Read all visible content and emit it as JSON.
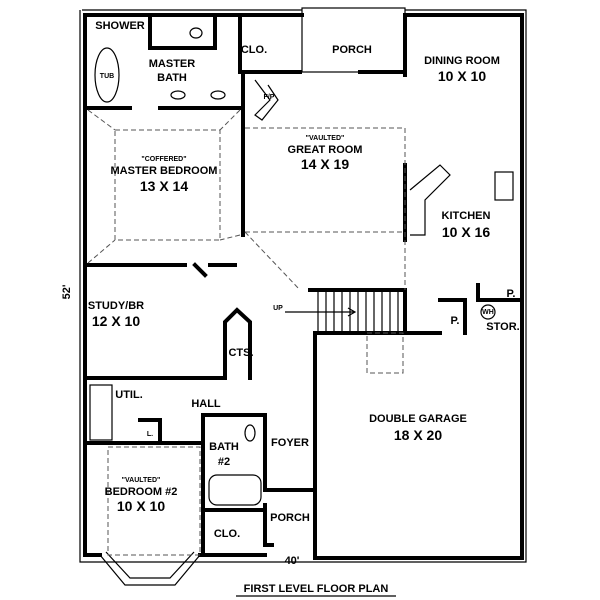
{
  "plan_title": "FIRST LEVEL FLOOR PLAN",
  "dimensions": {
    "width": "40'",
    "depth": "52'"
  },
  "rooms": {
    "shower": {
      "name": "SHOWER"
    },
    "tub": {
      "name": "TUB"
    },
    "master_bath": {
      "name1": "MASTER",
      "name2": "BATH"
    },
    "closet_top": {
      "name": "CLO."
    },
    "porch_top": {
      "name": "PORCH"
    },
    "dining": {
      "name": "DINING ROOM",
      "size": "10 X 10"
    },
    "fireplace": {
      "name": "F/P"
    },
    "great_room": {
      "note": "\"VAULTED\"",
      "name": "GREAT ROOM",
      "size": "14 X 19"
    },
    "master_bedroom": {
      "note": "\"COFFERED\"",
      "name": "MASTER BEDROOM",
      "size": "13 X 14"
    },
    "kitchen": {
      "name": "KITCHEN",
      "size": "10 X 16"
    },
    "study": {
      "name": "STUDY/BR",
      "size": "12 X 10"
    },
    "stairs": {
      "name": "UP"
    },
    "pantry1": {
      "name": "P."
    },
    "pantry2": {
      "name": "P."
    },
    "storage": {
      "name": "STOR."
    },
    "water_heater": {
      "name": "WH"
    },
    "cts": {
      "name": "CTS."
    },
    "util": {
      "name": "UTIL."
    },
    "linen": {
      "name": "L."
    },
    "hall": {
      "name": "HALL"
    },
    "garage": {
      "name": "DOUBLE GARAGE",
      "size": "18 X 20"
    },
    "bath2": {
      "name1": "BATH",
      "name2": "#2"
    },
    "foyer": {
      "name": "FOYER"
    },
    "bedroom2": {
      "note": "\"VAULTED\"",
      "name": "BEDROOM #2",
      "size": "10 X 10"
    },
    "closet_bottom": {
      "name": "CLO."
    },
    "porch_bottom": {
      "name": "PORCH"
    }
  }
}
